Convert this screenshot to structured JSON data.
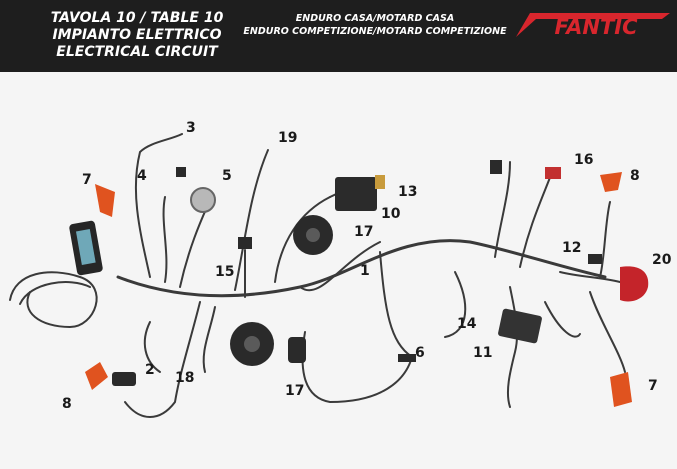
{
  "header": {
    "title_lines": [
      "TAVOLA 10  /  TABLE 10",
      "IMPIANTO ELETTRICO",
      "ELECTRICAL CIRCUIT"
    ],
    "model_lines": [
      "ENDURO CASA/MOTARD CASA",
      "ENDURO COMPETIZIONE/MOTARD COMPETIZIONE"
    ],
    "brand": "FANTIC"
  },
  "colors": {
    "header_bg": "#1e1e1e",
    "brand_red": "#d8262d",
    "text": "#1a1a1a"
  },
  "callouts": [
    "1",
    "2",
    "3",
    "4",
    "5",
    "6",
    "7",
    "7",
    "8",
    "8",
    "10",
    "11",
    "12",
    "13",
    "14",
    "15",
    "16",
    "17",
    "17",
    "18",
    "19",
    "20"
  ]
}
